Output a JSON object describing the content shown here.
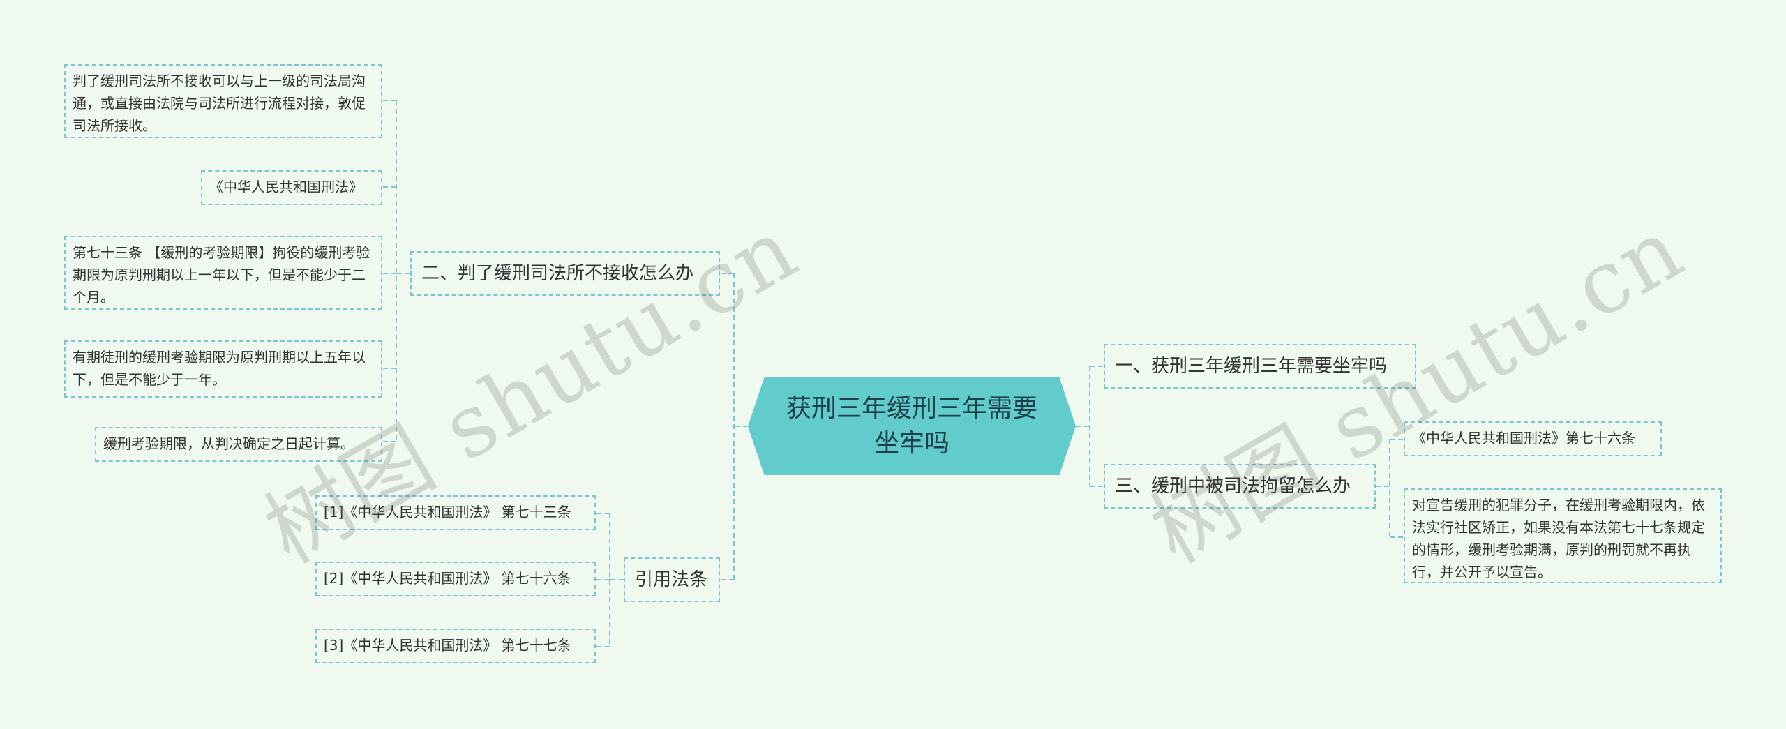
{
  "center": {
    "title": "获刑三年缓刑三年需要坐牢吗"
  },
  "branches": {
    "b1": {
      "label": "一、获刑三年缓刑三年需要坐牢吗"
    },
    "b2": {
      "label": "二、判了缓刑司法所不接收怎么办"
    },
    "b3": {
      "label": "三、缓刑中被司法拘留怎么办"
    },
    "b4": {
      "label": "引用法条"
    }
  },
  "leaves": {
    "b2": [
      "判了缓刑司法所不接收可以与上一级的司法局沟通，或直接由法院与司法所进行流程对接，敦促司法所接收。",
      "《中华人民共和国刑法》",
      "第七十三条 【缓刑的考验期限】拘役的缓刑考验期限为原判刑期以上一年以下，但是不能少于二个月。",
      "有期徒刑的缓刑考验期限为原判刑期以上五年以下，但是不能少于一年。",
      "缓刑考验期限，从判决确定之日起计算。"
    ],
    "b3": [
      "《中华人民共和国刑法》第七十六条",
      "对宣告缓刑的犯罪分子，在缓刑考验期限内，依法实行社区矫正，如果没有本法第七十七条规定的情形，缓刑考验期满，原判的刑罚就不再执行，并公开予以宣告。"
    ],
    "b4": [
      "[1]《中华人民共和国刑法》 第七十三条",
      "[2]《中华人民共和国刑法》 第七十六条",
      "[3]《中华人民共和国刑法》 第七十七条"
    ]
  },
  "watermarks": [
    "树图 shutu.cn",
    "树图 shutu.cn"
  ],
  "colors": {
    "background": "#f0f9ef",
    "center_fill": "#62cbcc",
    "center_text": "#1d3f4b",
    "connector": "#7cc7cf",
    "node_border": "#7cc7cf",
    "text": "#333333"
  }
}
